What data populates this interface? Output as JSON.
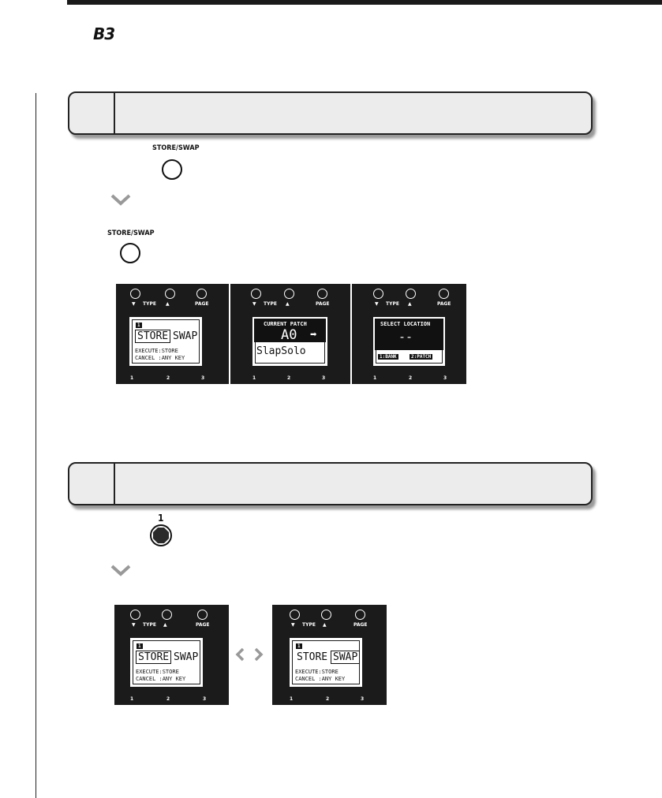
{
  "header": {
    "logo": "B3"
  },
  "steps": [
    {
      "button_label": "STORE/SWAP",
      "button_label_2": "STORE/SWAP",
      "screens": [
        {
          "tag": "1",
          "words": [
            "STORE",
            "SWAP"
          ],
          "selected": "STORE",
          "lines": [
            "EXECUTE:STORE",
            "CANCEL :ANY KEY"
          ]
        },
        {
          "heading": "CURRENT PATCH",
          "patch_number": "A0",
          "patch_name": "SlapSolo"
        },
        {
          "heading": "SELECT LOCATION",
          "location": "--",
          "tags": [
            "1:BANK",
            "2:PATCH"
          ]
        }
      ]
    },
    {
      "button_label": "1",
      "screens": [
        {
          "tag": "1",
          "words": [
            "STORE",
            "SWAP"
          ],
          "selected": "STORE",
          "lines": [
            "EXECUTE:STORE",
            "CANCEL :ANY KEY"
          ]
        },
        {
          "tag": "1",
          "words": [
            "STORE",
            "SWAP"
          ],
          "selected": "SWAP",
          "lines": [
            "EXECUTE:STORE",
            "CANCEL :ANY KEY"
          ]
        }
      ]
    }
  ],
  "panel_labels": {
    "down_arrow": "▼",
    "type": "TYPE",
    "up_arrow": "▲",
    "page": "PAGE",
    "num1": "1",
    "num2": "2",
    "num3": "3"
  }
}
